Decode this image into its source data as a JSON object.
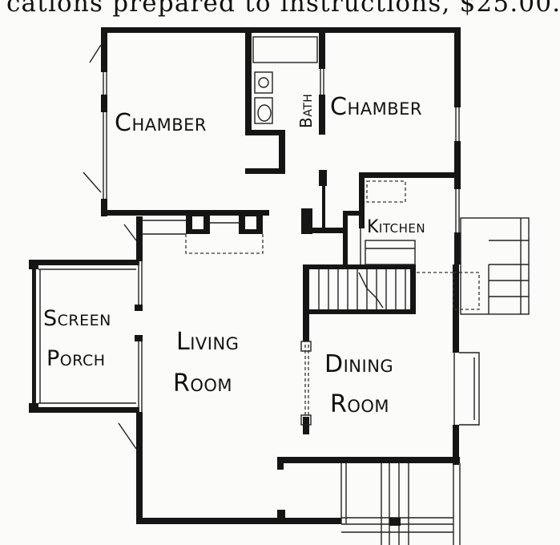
{
  "caption": "cations prepared to instructions, $25.00.",
  "rooms": {
    "chamber_left": "Chamber",
    "bath": "Bath",
    "chamber_right": "Chamber",
    "kitchen": "Kitchen",
    "screen_porch_line1": "Screen",
    "screen_porch_line2": "Porch",
    "living_line1": "Living",
    "living_line2": "Room",
    "dining_line1": "Dining",
    "dining_line2": "Room"
  },
  "colors": {
    "ink": "#151515",
    "paper": "#fbfbf9"
  }
}
